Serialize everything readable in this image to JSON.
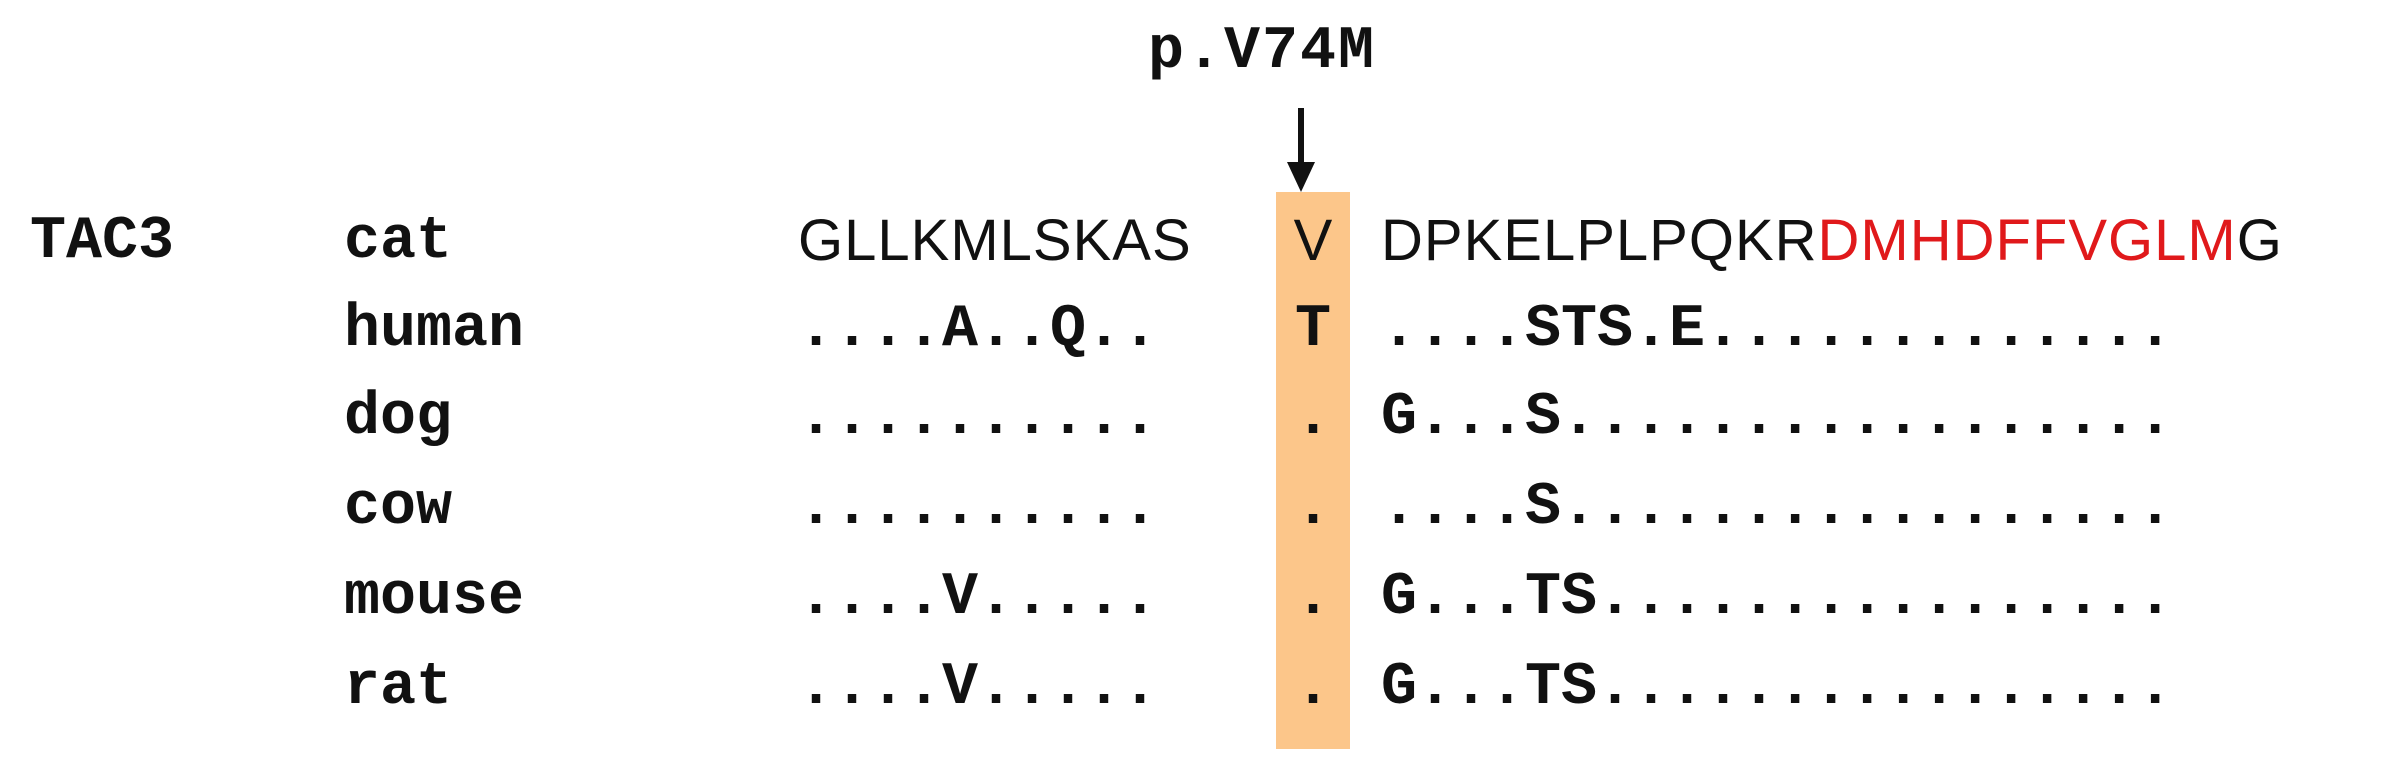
{
  "mutation": {
    "label": "p.V74M"
  },
  "gene": {
    "label": "TAC3"
  },
  "colors": {
    "highlight": "#FCC68A",
    "motif": "#E0191B",
    "text": "#111111"
  },
  "alignment": {
    "reference": {
      "species": "cat",
      "left": "GLLKMLSKAS",
      "site": "V",
      "right_plain": "DPKELPLPQKR",
      "right_motif": "DMHDFFVGLM",
      "right_tail": "G"
    },
    "rows": [
      {
        "species": "human",
        "left": "....A..Q..",
        "site": "T",
        "right": "....STS.E............."
      },
      {
        "species": "dog",
        "left": "..........",
        "site": ".",
        "right": "G...S................."
      },
      {
        "species": "cow",
        "left": "..........",
        "site": ".",
        "right": "....S................."
      },
      {
        "species": "mouse",
        "left": "....V.....",
        "site": ".",
        "right": "G...TS................"
      },
      {
        "species": "rat",
        "left": "....V.....",
        "site": ".",
        "right": "G...TS................"
      }
    ]
  }
}
